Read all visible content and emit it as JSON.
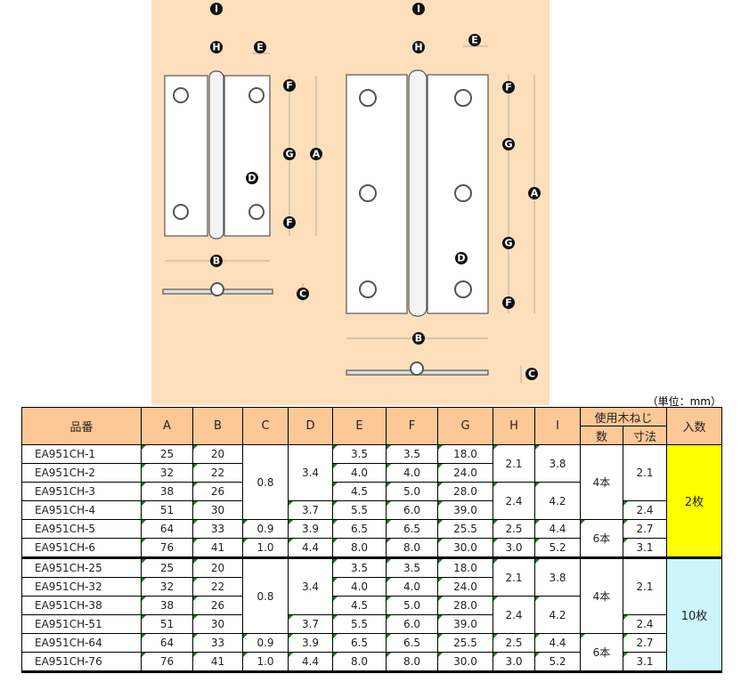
{
  "drawing": {
    "letters": {
      "A": "A",
      "B": "B",
      "C": "C",
      "D": "D",
      "E": "E",
      "F": "F",
      "G": "G",
      "H": "H",
      "I": "I"
    }
  },
  "unit_note": "（単位：mm）",
  "table": {
    "headers": {
      "part": "品番",
      "A": "A",
      "B": "B",
      "C": "C",
      "D": "D",
      "E": "E",
      "F": "F",
      "G": "G",
      "H": "H",
      "I": "I",
      "screw": "使用木ねじ",
      "screw_qty": "数",
      "screw_size": "寸法",
      "pack": "入数"
    },
    "groups": [
      {
        "pack": "2枚",
        "rows": [
          {
            "cells": [
              {
                "v": "EA951CH-1"
              },
              {
                "v": "25"
              },
              {
                "v": "20"
              },
              {
                "v": "0.8",
                "rs": 4
              },
              {
                "v": "3.4",
                "rs": 3
              },
              {
                "v": "3.5"
              },
              {
                "v": "3.5"
              },
              {
                "v": "18.0"
              },
              {
                "v": "2.1",
                "rs": 2
              },
              {
                "v": "3.8",
                "rs": 2
              },
              {
                "v": "4本",
                "rs": 4
              },
              {
                "v": "2.1",
                "rs": 3
              }
            ]
          },
          {
            "cells": [
              {
                "v": "EA951CH-2"
              },
              {
                "v": "32"
              },
              {
                "v": "22"
              },
              {
                "v": "4.0"
              },
              {
                "v": "4.0"
              },
              {
                "v": "24.0"
              }
            ]
          },
          {
            "cells": [
              {
                "v": "EA951CH-3"
              },
              {
                "v": "38"
              },
              {
                "v": "26"
              },
              {
                "v": "4.5"
              },
              {
                "v": "5.0"
              },
              {
                "v": "28.0"
              },
              {
                "v": "2.4",
                "rs": 2
              },
              {
                "v": "4.2",
                "rs": 2
              }
            ]
          },
          {
            "cells": [
              {
                "v": "EA951CH-4"
              },
              {
                "v": "51"
              },
              {
                "v": "30"
              },
              {
                "v": "3.7"
              },
              {
                "v": "5.5"
              },
              {
                "v": "6.0"
              },
              {
                "v": "39.0"
              },
              {
                "v": "2.4"
              }
            ]
          },
          {
            "cells": [
              {
                "v": "EA951CH-5"
              },
              {
                "v": "64"
              },
              {
                "v": "33"
              },
              {
                "v": "0.9"
              },
              {
                "v": "3.9"
              },
              {
                "v": "6.5"
              },
              {
                "v": "6.5"
              },
              {
                "v": "25.5"
              },
              {
                "v": "2.5"
              },
              {
                "v": "4.4"
              },
              {
                "v": "6本",
                "rs": 2
              },
              {
                "v": "2.7"
              }
            ]
          },
          {
            "cells": [
              {
                "v": "EA951CH-6"
              },
              {
                "v": "76"
              },
              {
                "v": "41"
              },
              {
                "v": "1.0"
              },
              {
                "v": "4.4"
              },
              {
                "v": "8.0"
              },
              {
                "v": "8.0"
              },
              {
                "v": "30.0"
              },
              {
                "v": "3.0"
              },
              {
                "v": "5.2"
              },
              {
                "v": "3.1"
              }
            ]
          }
        ]
      },
      {
        "pack": "10枚",
        "rows": [
          {
            "cells": [
              {
                "v": "EA951CH-25"
              },
              {
                "v": "25"
              },
              {
                "v": "20"
              },
              {
                "v": "0.8",
                "rs": 4
              },
              {
                "v": "3.4",
                "rs": 3
              },
              {
                "v": "3.5"
              },
              {
                "v": "3.5"
              },
              {
                "v": "18.0"
              },
              {
                "v": "2.1",
                "rs": 2
              },
              {
                "v": "3.8",
                "rs": 2
              },
              {
                "v": "4本",
                "rs": 4
              },
              {
                "v": "2.1",
                "rs": 3
              }
            ]
          },
          {
            "cells": [
              {
                "v": "EA951CH-32"
              },
              {
                "v": "32"
              },
              {
                "v": "22"
              },
              {
                "v": "4.0"
              },
              {
                "v": "4.0"
              },
              {
                "v": "24.0"
              }
            ]
          },
          {
            "cells": [
              {
                "v": "EA951CH-38"
              },
              {
                "v": "38"
              },
              {
                "v": "26"
              },
              {
                "v": "4.5"
              },
              {
                "v": "5.0"
              },
              {
                "v": "28.0"
              },
              {
                "v": "2.4",
                "rs": 2
              },
              {
                "v": "4.2",
                "rs": 2
              }
            ]
          },
          {
            "cells": [
              {
                "v": "EA951CH-51"
              },
              {
                "v": "51"
              },
              {
                "v": "30"
              },
              {
                "v": "3.7"
              },
              {
                "v": "5.5"
              },
              {
                "v": "6.0"
              },
              {
                "v": "39.0"
              },
              {
                "v": "2.4"
              }
            ]
          },
          {
            "cells": [
              {
                "v": "EA951CH-64"
              },
              {
                "v": "64"
              },
              {
                "v": "33"
              },
              {
                "v": "0.9"
              },
              {
                "v": "3.9"
              },
              {
                "v": "6.5"
              },
              {
                "v": "6.5"
              },
              {
                "v": "25.5"
              },
              {
                "v": "2.5"
              },
              {
                "v": "4.4"
              },
              {
                "v": "6本",
                "rs": 2
              },
              {
                "v": "2.7"
              }
            ]
          },
          {
            "cells": [
              {
                "v": "EA951CH-76"
              },
              {
                "v": "76"
              },
              {
                "v": "41"
              },
              {
                "v": "1.0"
              },
              {
                "v": "4.4"
              },
              {
                "v": "8.0"
              },
              {
                "v": "8.0"
              },
              {
                "v": "30.0"
              },
              {
                "v": "3.0"
              },
              {
                "v": "5.2"
              },
              {
                "v": "3.1"
              }
            ]
          }
        ]
      }
    ]
  }
}
